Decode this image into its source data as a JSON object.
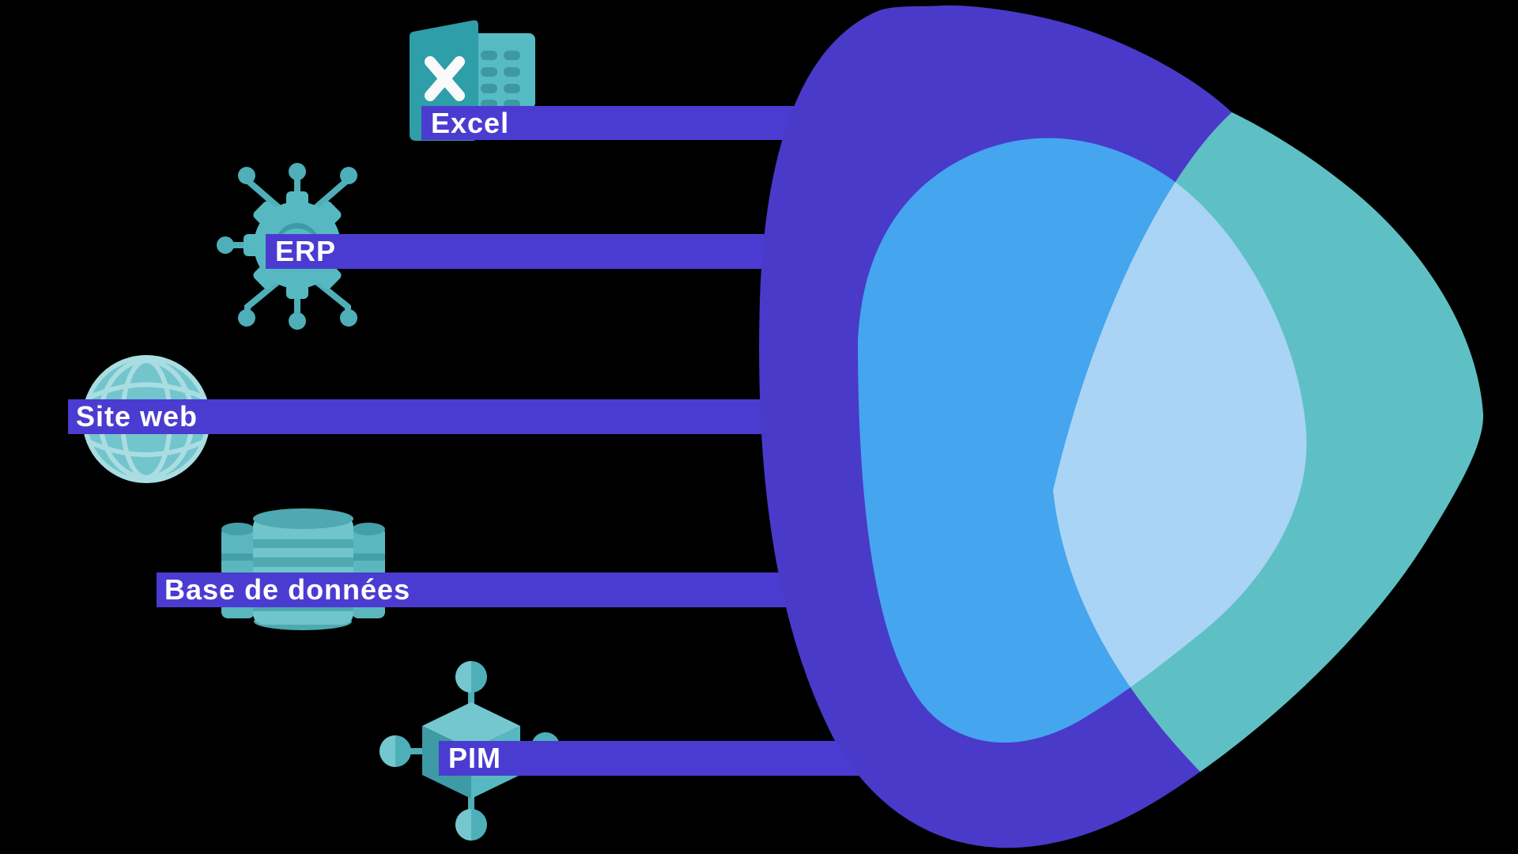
{
  "sources": [
    {
      "label": "Excel",
      "icon": "excel-file-icon"
    },
    {
      "label": "ERP",
      "icon": "erp-gear-chip-icon"
    },
    {
      "label": "Site web",
      "icon": "website-globe-icon"
    },
    {
      "label": "Base de données",
      "icon": "database-stack-icon"
    },
    {
      "label": "PIM",
      "icon": "pim-cube-node-icon"
    }
  ],
  "logo": {
    "name": "layered-pick-logo"
  },
  "colors": {
    "background": "#000000",
    "label_text": "#FFFFFF",
    "bar_purple": "#4B3CD1",
    "logo_purple": "#4A3AC9",
    "logo_blue": "#45A5EF",
    "logo_light_blue": "#A9D4F6",
    "logo_teal": "#5EC0C4",
    "icon_teal": "#56B9C1",
    "icon_teal_dark": "#3E9AA4",
    "icon_teal_mid": "#4EAFB9",
    "icon_teal_light": "#74C7CE",
    "excel_front": "#2E9EA8",
    "excel_back": "#56BBC3",
    "excel_cells": "#3E98A3",
    "globe_fill": "#73C5CD",
    "globe_line": "#AADDE2",
    "db_body": "#6FC5CA",
    "db_dark": "#4FA9B1",
    "db_side": "#5BB7BE",
    "db_side_dark": "#459FA8"
  }
}
